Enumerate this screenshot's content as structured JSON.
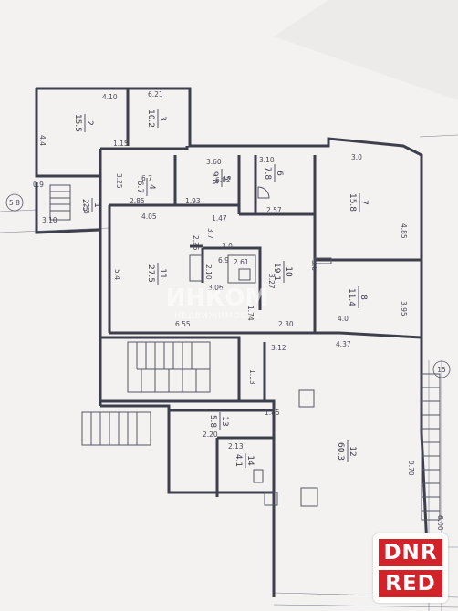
{
  "watermark": {
    "brand": "ИНКОМ",
    "sub": "НЕДВИЖИМОСТЬ"
  },
  "logo": {
    "line1": "DNR",
    "line2": "RED"
  },
  "axes": {
    "left": "5 8",
    "right": "15"
  },
  "dimensions": [
    "4.10",
    "6.21",
    "4.4",
    "1.15",
    "3.25",
    "6.7",
    "2.85",
    "3.60",
    "6.82",
    "3.10",
    "3.0",
    "1.93",
    "2.57",
    "4.05",
    "3.7",
    "2.25",
    "4.85",
    "3.0",
    "2.10",
    "3.06",
    "3.27",
    "3.95",
    "6.55",
    "1.74",
    "2.30",
    "4.0",
    "3.12",
    "4.37",
    "1.13",
    "2.20",
    "1.85",
    "2.13",
    "9.70",
    "6.00",
    "3.10",
    "2.5",
    "0.9",
    "1.47",
    "3.6",
    "5.4",
    "2.61",
    "6.9"
  ],
  "rooms": [
    {
      "num": "2",
      "area": "15.5"
    },
    {
      "num": "3",
      "area": "10.2"
    },
    {
      "num": "4",
      "area": "6.7"
    },
    {
      "num": "5",
      "area": "9.8"
    },
    {
      "num": "6",
      "area": "7.8"
    },
    {
      "num": "7",
      "area": "15.8"
    },
    {
      "num": "1",
      "area": "2.5"
    },
    {
      "num": "11",
      "area": "27.5"
    },
    {
      "num": "10",
      "area": "19.1"
    },
    {
      "num": "8",
      "area": "11.4"
    },
    {
      "num": "13",
      "area": "5.8"
    },
    {
      "num": "12",
      "area": "60.3"
    },
    {
      "num": "14",
      "area": "4.1"
    }
  ]
}
